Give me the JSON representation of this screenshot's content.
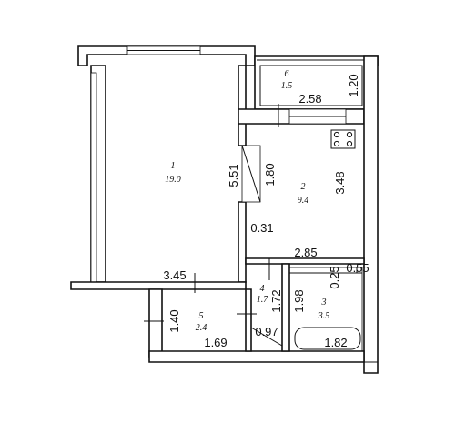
{
  "rooms": [
    {
      "number": "1",
      "area": "19.0"
    },
    {
      "number": "2",
      "area": "9.4"
    },
    {
      "number": "3",
      "area": "3.5"
    },
    {
      "number": "4",
      "area": "1.7"
    },
    {
      "number": "5",
      "area": "2.4"
    },
    {
      "number": "6",
      "area": "1.5"
    }
  ],
  "dimensions": {
    "living_height": "5.51",
    "kitchen_width": "2.85",
    "kitchen_height": "3.48",
    "kitchen_partition": "1.80",
    "kitchen_offset": "0.31",
    "balcony_width": "2.58",
    "balcony_depth": "1.20",
    "hall_width": "3.45",
    "hall_depth": "1.40",
    "hall_length": "1.69",
    "wc_width": "0.97",
    "wc_depth": "1.72",
    "bath_depth": "1.98",
    "bath_width": "1.82",
    "bath_offset": "0.25",
    "bath_offset_right": "0.55"
  }
}
